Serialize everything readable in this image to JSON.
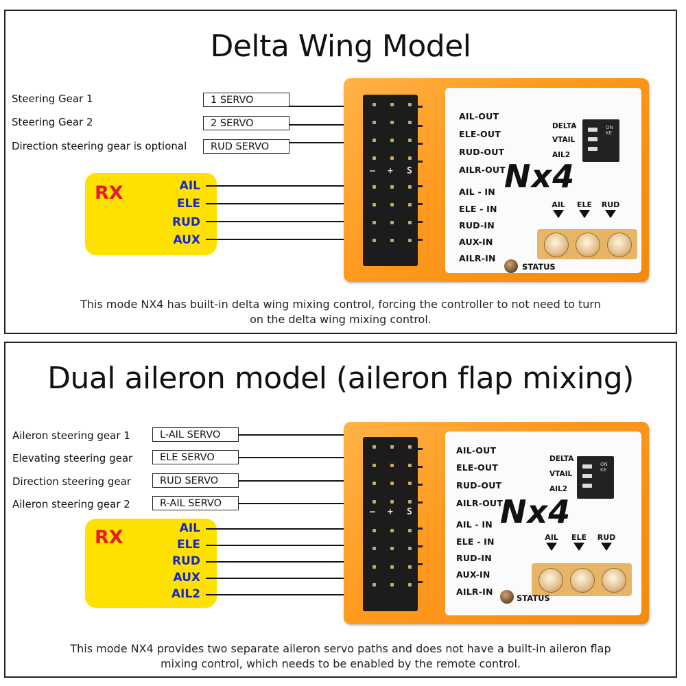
{
  "panel1": {
    "title": "Delta Wing Model",
    "description_line1": "This mode NX4 has built-in delta wing mixing control, forcing the controller to not need to turn",
    "description_line2": "on the delta wing mixing control.",
    "left_labels": [
      "Steering Gear 1",
      "Steering Gear 2",
      "Direction steering gear is optional"
    ],
    "servo_boxes": [
      "1 SERVO",
      "2 SERVO",
      "RUD SERVO"
    ],
    "rx": {
      "label": "RX",
      "channels": [
        "AIL",
        "ELE",
        "RUD",
        "AUX"
      ]
    }
  },
  "panel2": {
    "title": "Dual aileron model (aileron flap mixing)",
    "description_line1": "This mode NX4 provides two separate aileron servo paths and does not have a built-in aileron flap",
    "description_line2": "mixing control, which needs to be enabled by the remote control.",
    "left_labels": [
      "Aileron steering gear 1",
      "Elevating steering gear",
      "Direction steering gear",
      "Aileron steering gear 2"
    ],
    "servo_boxes": [
      "L-AIL SERVO",
      "ELE SERVO",
      "RUD SERVO",
      "R-AIL SERVO"
    ],
    "rx": {
      "label": "RX",
      "channels": [
        "AIL",
        "ELE",
        "RUD",
        "AUX",
        "AIL2"
      ]
    }
  },
  "device": {
    "name": "Nx4",
    "port_labels": [
      "AIL-OUT",
      "ELE-OUT",
      "RUD-OUT",
      "AILR-OUT",
      "AIL - IN",
      "ELE - IN",
      "RUD-IN",
      "AUX-IN",
      "AILR-IN"
    ],
    "port_labels_p2": [
      "AIL-OUT",
      "ELE-OUT",
      "RUD-OUT",
      "AILR-OUT",
      "AIL - IN",
      "ELE - IN",
      "RUD-IN",
      "AUX-IN",
      "AILR-IN"
    ],
    "dip_labels": [
      "DELTA",
      "VTAIL",
      "AIL2"
    ],
    "pot_labels": [
      "AIL",
      "ELE",
      "RUD"
    ],
    "status_label": "STATUS",
    "pin_header_marks": [
      "—",
      "+",
      "S"
    ],
    "dip_switch_marks": "ON KE",
    "colors": {
      "body": "#ff9a1f",
      "rx_box": "#ffe100",
      "rx_text": "#e8182e",
      "channel_text": "#1428c8"
    }
  }
}
